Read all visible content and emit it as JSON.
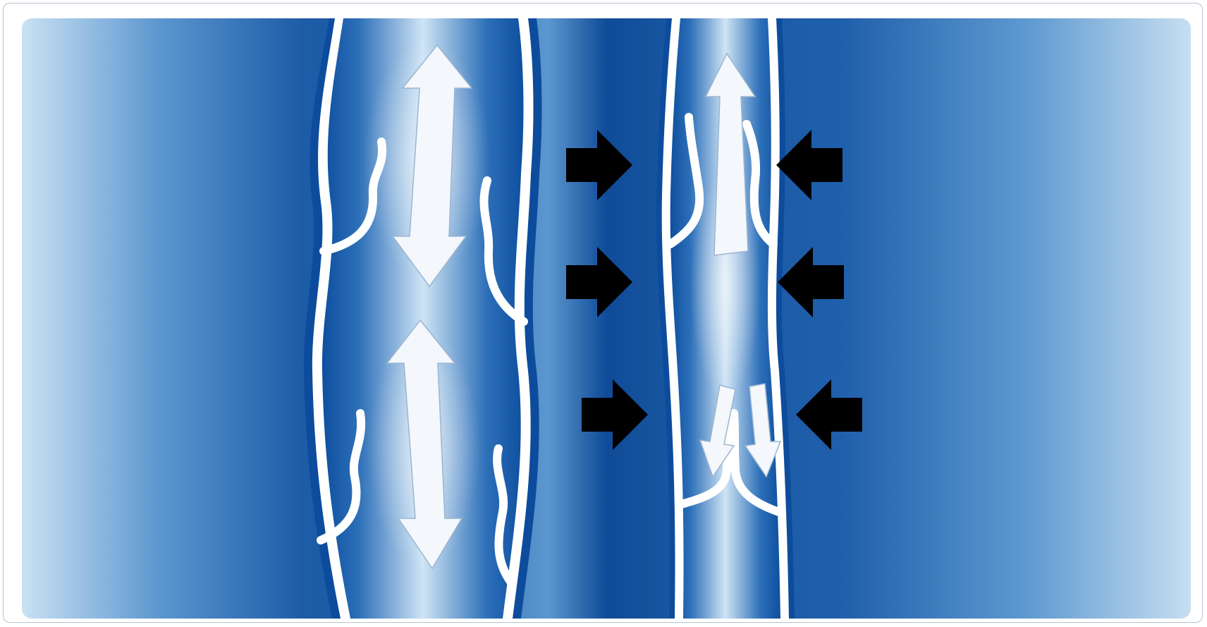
{
  "illustration": {
    "subject": "veins-open-and-closed-valves",
    "panels": [
      {
        "id": "relaxed-vein",
        "valves": "open",
        "flow_arrows": "bidirectional"
      },
      {
        "id": "compressed-vein",
        "valves": "closed",
        "compression_arrows": 6,
        "flow_arrows": "one-way"
      }
    ],
    "colors": {
      "tissue_light": "#c9e1f3",
      "tissue_dark": "#1d5ca7",
      "vessel_wall": "#0d4c9c",
      "vessel_lining": "#ffffff",
      "flow_arrow": "#f4f7fb",
      "compression_arrow": "#000000"
    },
    "icons": [
      "up-down-arrow-icon",
      "right-arrow-icon",
      "left-arrow-icon",
      "down-arrow-icon",
      "up-arrow-icon"
    ]
  }
}
